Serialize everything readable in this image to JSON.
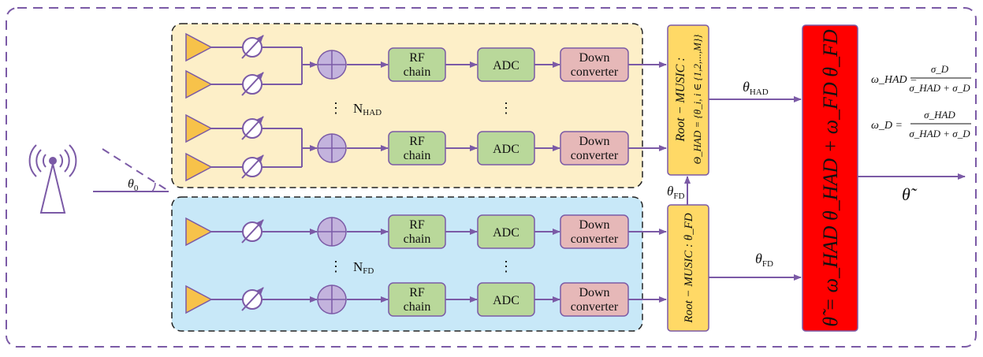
{
  "colors": {
    "frame": "#7b5aa6",
    "line": "#7b5aa6",
    "had_bg": "#fdefc8",
    "fd_bg": "#c8e8f8",
    "amp": "#f7c24a",
    "adder": "#c3b3dd",
    "rf": "#b9d89a",
    "adc": "#b9d89a",
    "down": "#e6b8b8",
    "music": "#ffd966",
    "fusion": "#ff0000",
    "text": "#111111"
  },
  "blocks": {
    "rf_line1": "RF",
    "rf_line2": "chain",
    "adc": "ADC",
    "down_line1": "Down",
    "down_line2": "converter"
  },
  "had": {
    "n_label": "N",
    "n_sub": "HAD",
    "vdots": "⋮"
  },
  "fd": {
    "n_label": "N",
    "n_sub": "FD",
    "vdots": "⋮"
  },
  "music_had": {
    "line1": "Root − MUSIC :",
    "line2": "Θ_HAD = {θ_i, i ∈ {1,2,...,M}}"
  },
  "music_fd": {
    "text": "Root − MUSIC : θ_FD"
  },
  "signals": {
    "theta_had_base": "θ",
    "theta_had_sub": "HAD",
    "theta_fd_base": "θ",
    "theta_fd_sub": "FD",
    "theta_fd_up_base": "θ",
    "theta_fd_up_sub": "FD",
    "theta0_base": "θ",
    "theta0_sub": "0",
    "output": "θ̃"
  },
  "fusion": {
    "text": "θ̃ = ω_HAD θ_HAD + ω_FD θ_FD"
  },
  "weights": {
    "w_had_lhs": "ω_HAD =",
    "w_had_num": "σ_D",
    "w_had_den": "σ_HAD + σ_D",
    "w_d_lhs": "ω_D =",
    "w_d_num": "σ_HAD",
    "w_d_den": "σ_HAD + σ_D"
  }
}
